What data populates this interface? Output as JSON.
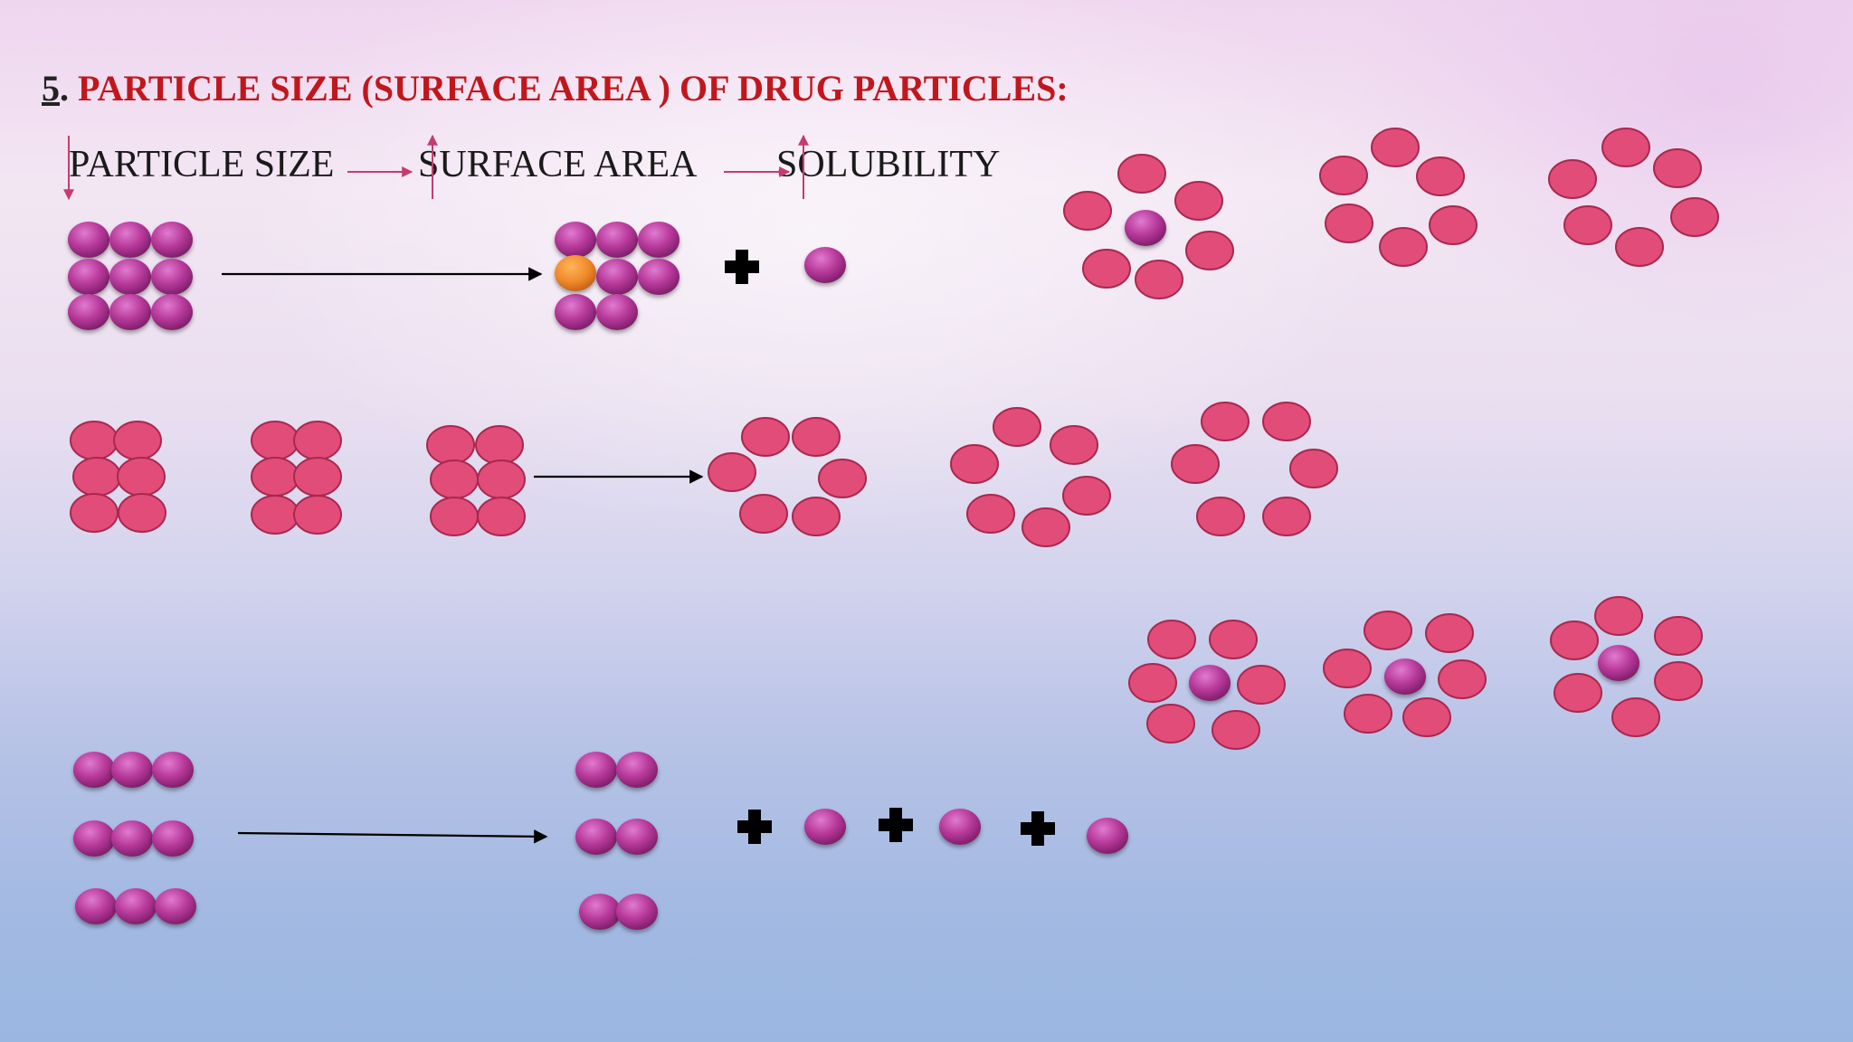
{
  "heading": {
    "number": "5",
    "punct": ".",
    "text": "PARTICLE SIZE (SURFACE AREA ) OF DRUG PARTICLES:"
  },
  "chain": {
    "labels": [
      "PARTICLE SIZE",
      "SURFACE AREA",
      "SOLUBILITY"
    ],
    "directions": [
      "decrease",
      "increase",
      "increase"
    ]
  },
  "colors": {
    "drug": "#b7399a",
    "solvent": "#e24c78",
    "solvent_stroke": "#a8284f",
    "highlight": "#f08a2a",
    "arrow_small": "#c43d6e",
    "plus": "#000000"
  }
}
